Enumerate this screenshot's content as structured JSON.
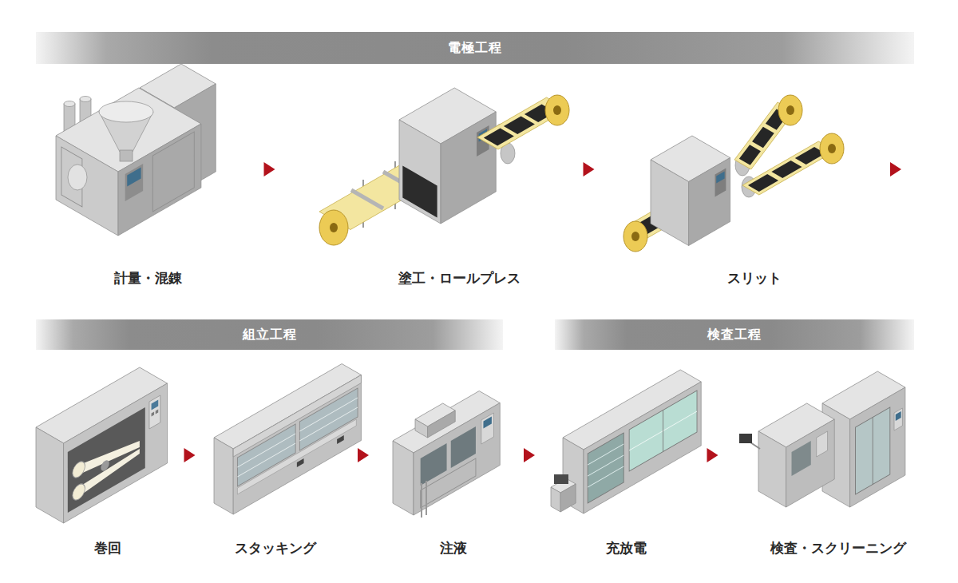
{
  "diagram": {
    "nodes": [
      {
        "text": [
          "電極工程"
        ]
      },
      {
        "text": [
          "計量・混錬"
        ]
      },
      {
        "text": [
          "塗工・ロールプレス"
        ]
      },
      {
        "text": [
          "スリット"
        ]
      },
      {
        "text": [
          "組立工程"
        ]
      },
      {
        "text": [
          "検査工程"
        ]
      },
      {
        "text": [
          "巻回"
        ]
      },
      {
        "text": [
          "スタッキング"
        ]
      },
      {
        "text": [
          "注液"
        ]
      },
      {
        "text": [
          "充放電"
        ]
      },
      {
        "text": [
          "検査・スクリーニング"
        ]
      }
    ],
    "edges": [
      {
        "from": 1,
        "to": 2,
        "arrow": "to"
      },
      {
        "from": 2,
        "to": 3,
        "arrow": "to"
      },
      {
        "from": 3,
        "to": 6,
        "arrow": "to"
      },
      {
        "from": 6,
        "to": 7,
        "arrow": "to"
      },
      {
        "from": 7,
        "to": 8,
        "arrow": "to"
      },
      {
        "from": 8,
        "to": 9,
        "arrow": "to"
      },
      {
        "from": 9,
        "to": 10,
        "arrow": "to"
      }
    ]
  }
}
